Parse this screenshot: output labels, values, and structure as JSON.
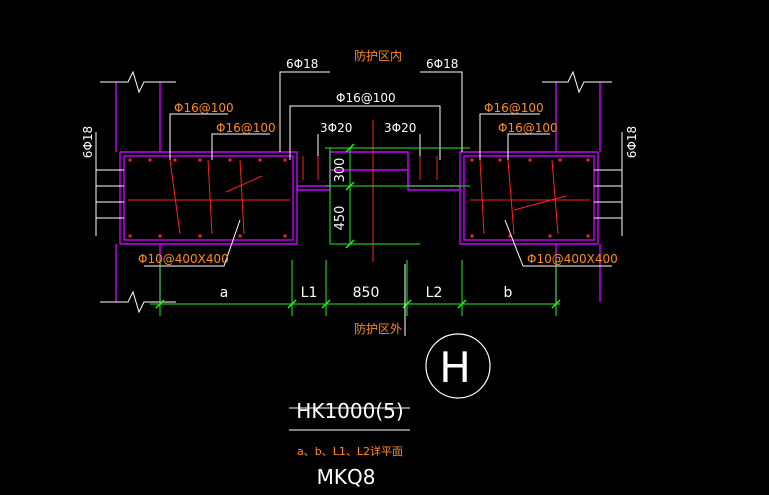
{
  "drawing": {
    "top_label": "防护区内",
    "bottom_label": "防护区外",
    "rebar_top_left": "6Φ18",
    "rebar_top_right": "6Φ18",
    "rebar_side_left": "6Φ18",
    "rebar_side_right": "6Φ18",
    "stirrup_left_1": "Φ16@100",
    "stirrup_left_2": "Φ16@100",
    "stirrup_right_1": "Φ16@100",
    "stirrup_right_2": "Φ16@100",
    "stirrup_center": "Φ16@100",
    "bar_left": "3Φ20",
    "bar_right": "3Φ20",
    "tie_left": "Φ10@400X400",
    "tie_right": "Φ10@400X400",
    "dim_300": "300",
    "dim_450": "450",
    "dim_a": "a",
    "dim_l1": "L1",
    "dim_850": "850",
    "dim_l2": "L2",
    "dim_b": "b",
    "section_mark": "H",
    "title": "HK1000(5)",
    "note": "a、b、L1、L2详平面",
    "code": "MKQ8"
  },
  "colors": {
    "background": "#000000",
    "concrete": "#c800ff",
    "rebar": "#ff2020",
    "leader": "#ffffff",
    "dimension": "#22ee22",
    "text_orange": "#ff8a1e",
    "text_white": "#ffffff",
    "axis": "#ff2020"
  }
}
